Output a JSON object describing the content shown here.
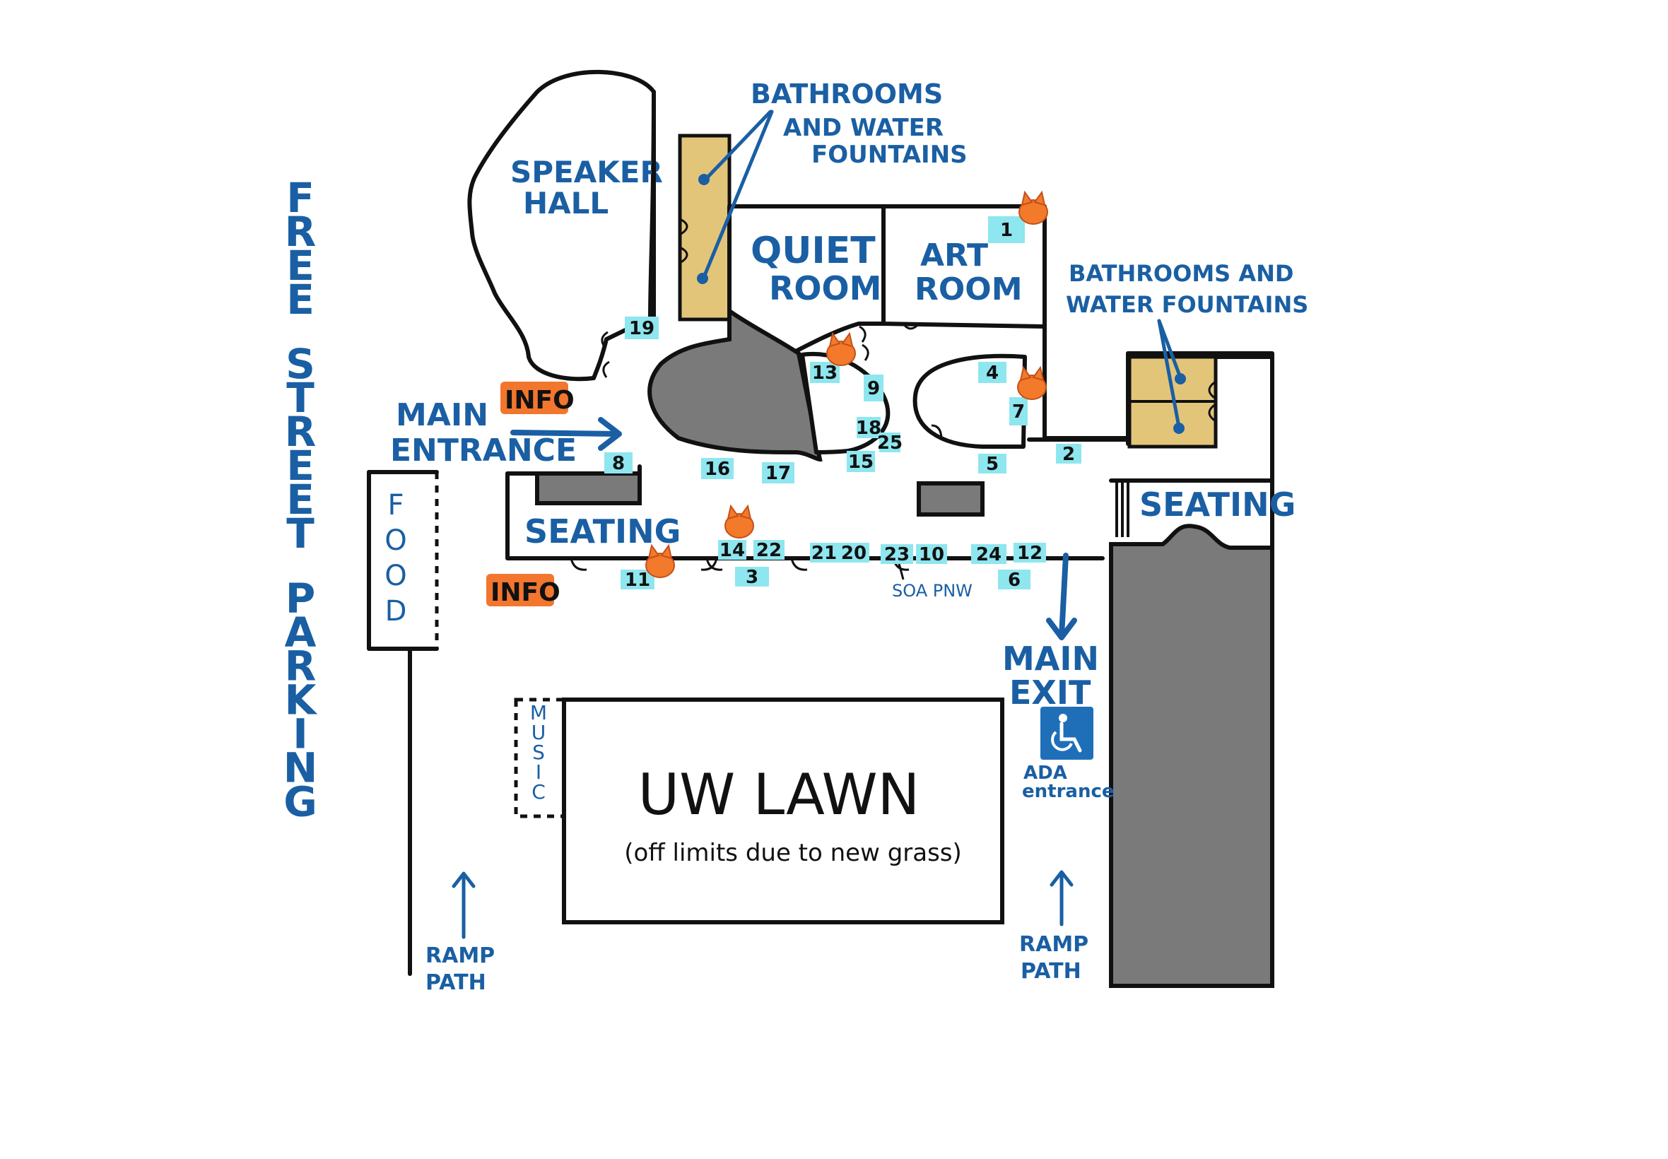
{
  "street_label": "FREE STREET PARKING",
  "food_label": "FOOD",
  "music_label": "MUSIC",
  "lawn": {
    "title": "UW LAWN",
    "subtitle": "(off limits due to new grass)"
  },
  "rooms": {
    "speaker_hall": [
      "SPEAKER",
      "HALL"
    ],
    "quiet_room": [
      "QUIET",
      "ROOM"
    ],
    "art_room": [
      "ART",
      "ROOM"
    ],
    "seating_left": "SEATING",
    "seating_right": "SEATING"
  },
  "bathrooms_left": [
    "BATHROOMS",
    "AND WATER",
    "FOUNTAINS"
  ],
  "bathrooms_right": [
    "BATHROOMS AND",
    "WATER FOUNTAINS"
  ],
  "main_entrance": [
    "MAIN",
    "ENTRANCE"
  ],
  "main_exit": [
    "MAIN",
    "EXIT"
  ],
  "ada_label": [
    "ADA",
    "entrance"
  ],
  "ramp_left": [
    "RAMP",
    "PATH"
  ],
  "ramp_right": [
    "RAMP",
    "PATH"
  ],
  "info_label": "INFO",
  "soa_pnw": "SOA PNW",
  "booths": [
    "1",
    "2",
    "3",
    "4",
    "5",
    "6",
    "7",
    "8",
    "9",
    "10",
    "11",
    "12",
    "13",
    "14",
    "15",
    "16",
    "17",
    "18",
    "19",
    "20",
    "21",
    "22",
    "23",
    "24",
    "25"
  ],
  "icons": {
    "fox": "fox-mascot-icon",
    "ada": "wheelchair-icon"
  },
  "colors": {
    "label_blue": "#1a5fa3",
    "booth_cyan": "#8ee6ef",
    "info_orange": "#f2762e",
    "bathroom_tan": "#e3c57a",
    "blocked_gray": "#7a7a7a",
    "ada_blue": "#1f6fb8"
  }
}
